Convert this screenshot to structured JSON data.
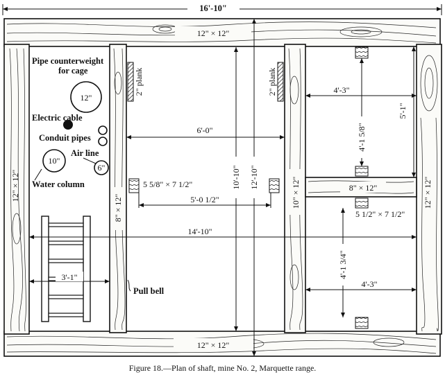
{
  "figure": {
    "caption": "Figure 18.—Plan of shaft, mine No. 2, Marquette range.",
    "overall_width": "16'-10\"",
    "top_beam": "12\" × 12\"",
    "bottom_beam": "12\" × 12\"",
    "left_post": "12\" × 12\"",
    "right_post": "12\" × 12\"",
    "divider_left": "8\" × 12\"",
    "divider_mid": "10\" × 12\"",
    "crossbeam": "8\" × 12\"",
    "plank_left": "2\" plank",
    "plank_mid": "2\" plank",
    "pipe_counterweight": "Pipe counterweight",
    "for_cage": "for cage",
    "pipe_size": "12\"",
    "electric_cable": "Electric cable",
    "conduit_pipes": "Conduit pipes",
    "air_line": "Air line",
    "water_col_size": "10\"",
    "air_size": "6\"",
    "water_column": "Water column",
    "ladder_width": "3'-1\"",
    "pull_bell": "Pull bell",
    "cage_width": "6'-0\"",
    "guide_left": "5 5/8\" × 7 1/2\"",
    "guide_spacing": "5'-0 1/2\"",
    "depth_inner": "10'-10\"",
    "depth_outer": "12'-10\"",
    "total_width": "14'-10\"",
    "right_top_width": "4'-3\"",
    "right_top_depth": "4'-1 5/8\"",
    "right_full_depth": "5'-1\"",
    "guide_right": "5 1/2\" × 7 1/2\"",
    "right_bottom_depth": "4'-1 3/4\"",
    "right_bottom_width": "4'-3\""
  }
}
